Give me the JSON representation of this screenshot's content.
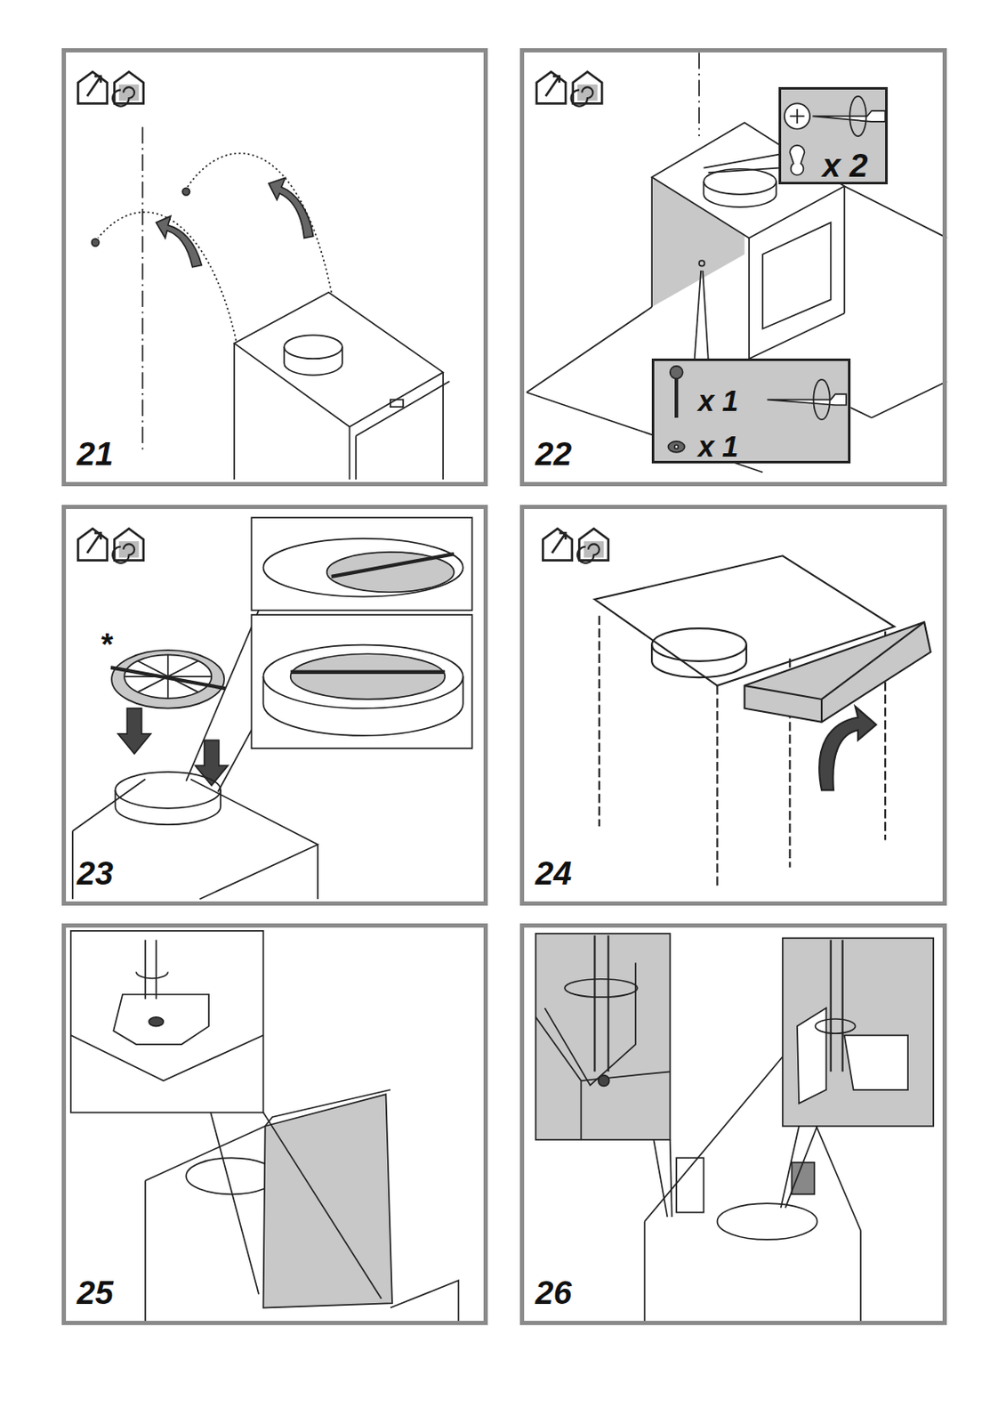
{
  "diagram": {
    "nodes": [
      {
        "text": [
          "21"
        ]
      },
      {
        "text": [
          "22"
        ]
      },
      {
        "text": [
          "x 2"
        ],
        "in": 1
      },
      {
        "text": [
          "x 1",
          "x 1"
        ],
        "in": 1
      },
      {
        "text": [
          "23"
        ]
      },
      {
        "text": [
          "24"
        ]
      },
      {
        "text": [
          "25"
        ]
      },
      {
        "text": [
          "26"
        ]
      }
    ],
    "labels": [
      "*"
    ]
  }
}
